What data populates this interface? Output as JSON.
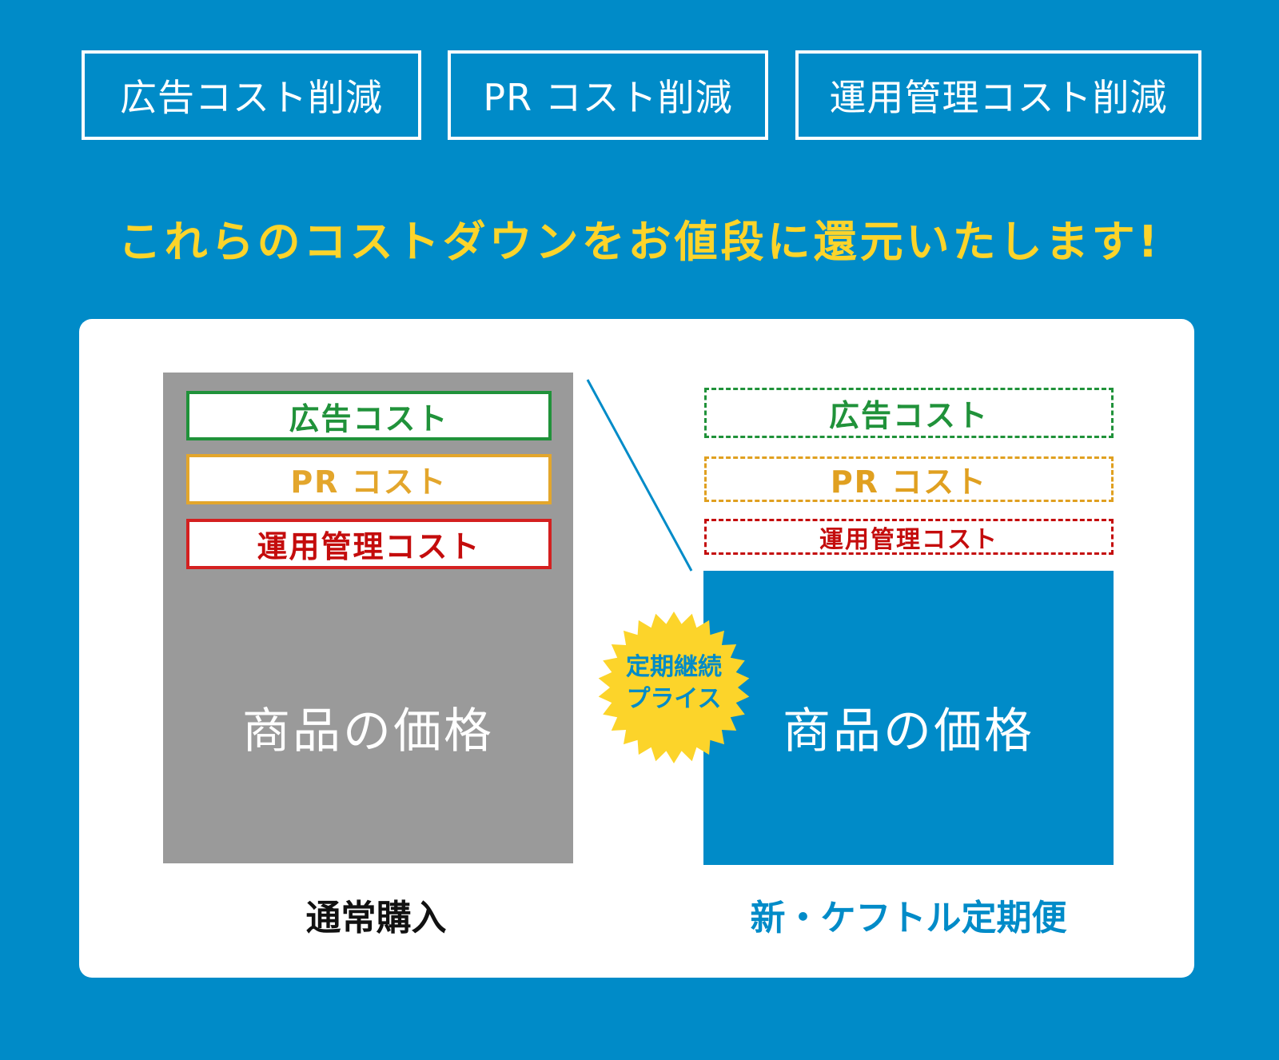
{
  "top_items": [
    "広告コスト削減",
    "PR コスト削減",
    "運用管理コスト削減"
  ],
  "headline": "これらのコストダウンをお値段に還元いたします!",
  "colors": {
    "background": "#008bc8",
    "headline": "#fcd42a",
    "ad": "#20923a",
    "pr": "#e0a020",
    "ops": "#c40c0c",
    "gray": "#9a9a9a",
    "badge": "#fcd42a"
  },
  "left": {
    "costs": [
      "広告コスト",
      "PR コスト",
      "運用管理コスト"
    ],
    "price": "商品の価格",
    "label": "通常購入"
  },
  "right": {
    "costs": [
      "広告コスト",
      "PR コスト",
      "運用管理コスト"
    ],
    "price": "商品の価格",
    "label": "新・ケフトル定期便",
    "badge_line1": "定期継続",
    "badge_line2": "プライス"
  }
}
